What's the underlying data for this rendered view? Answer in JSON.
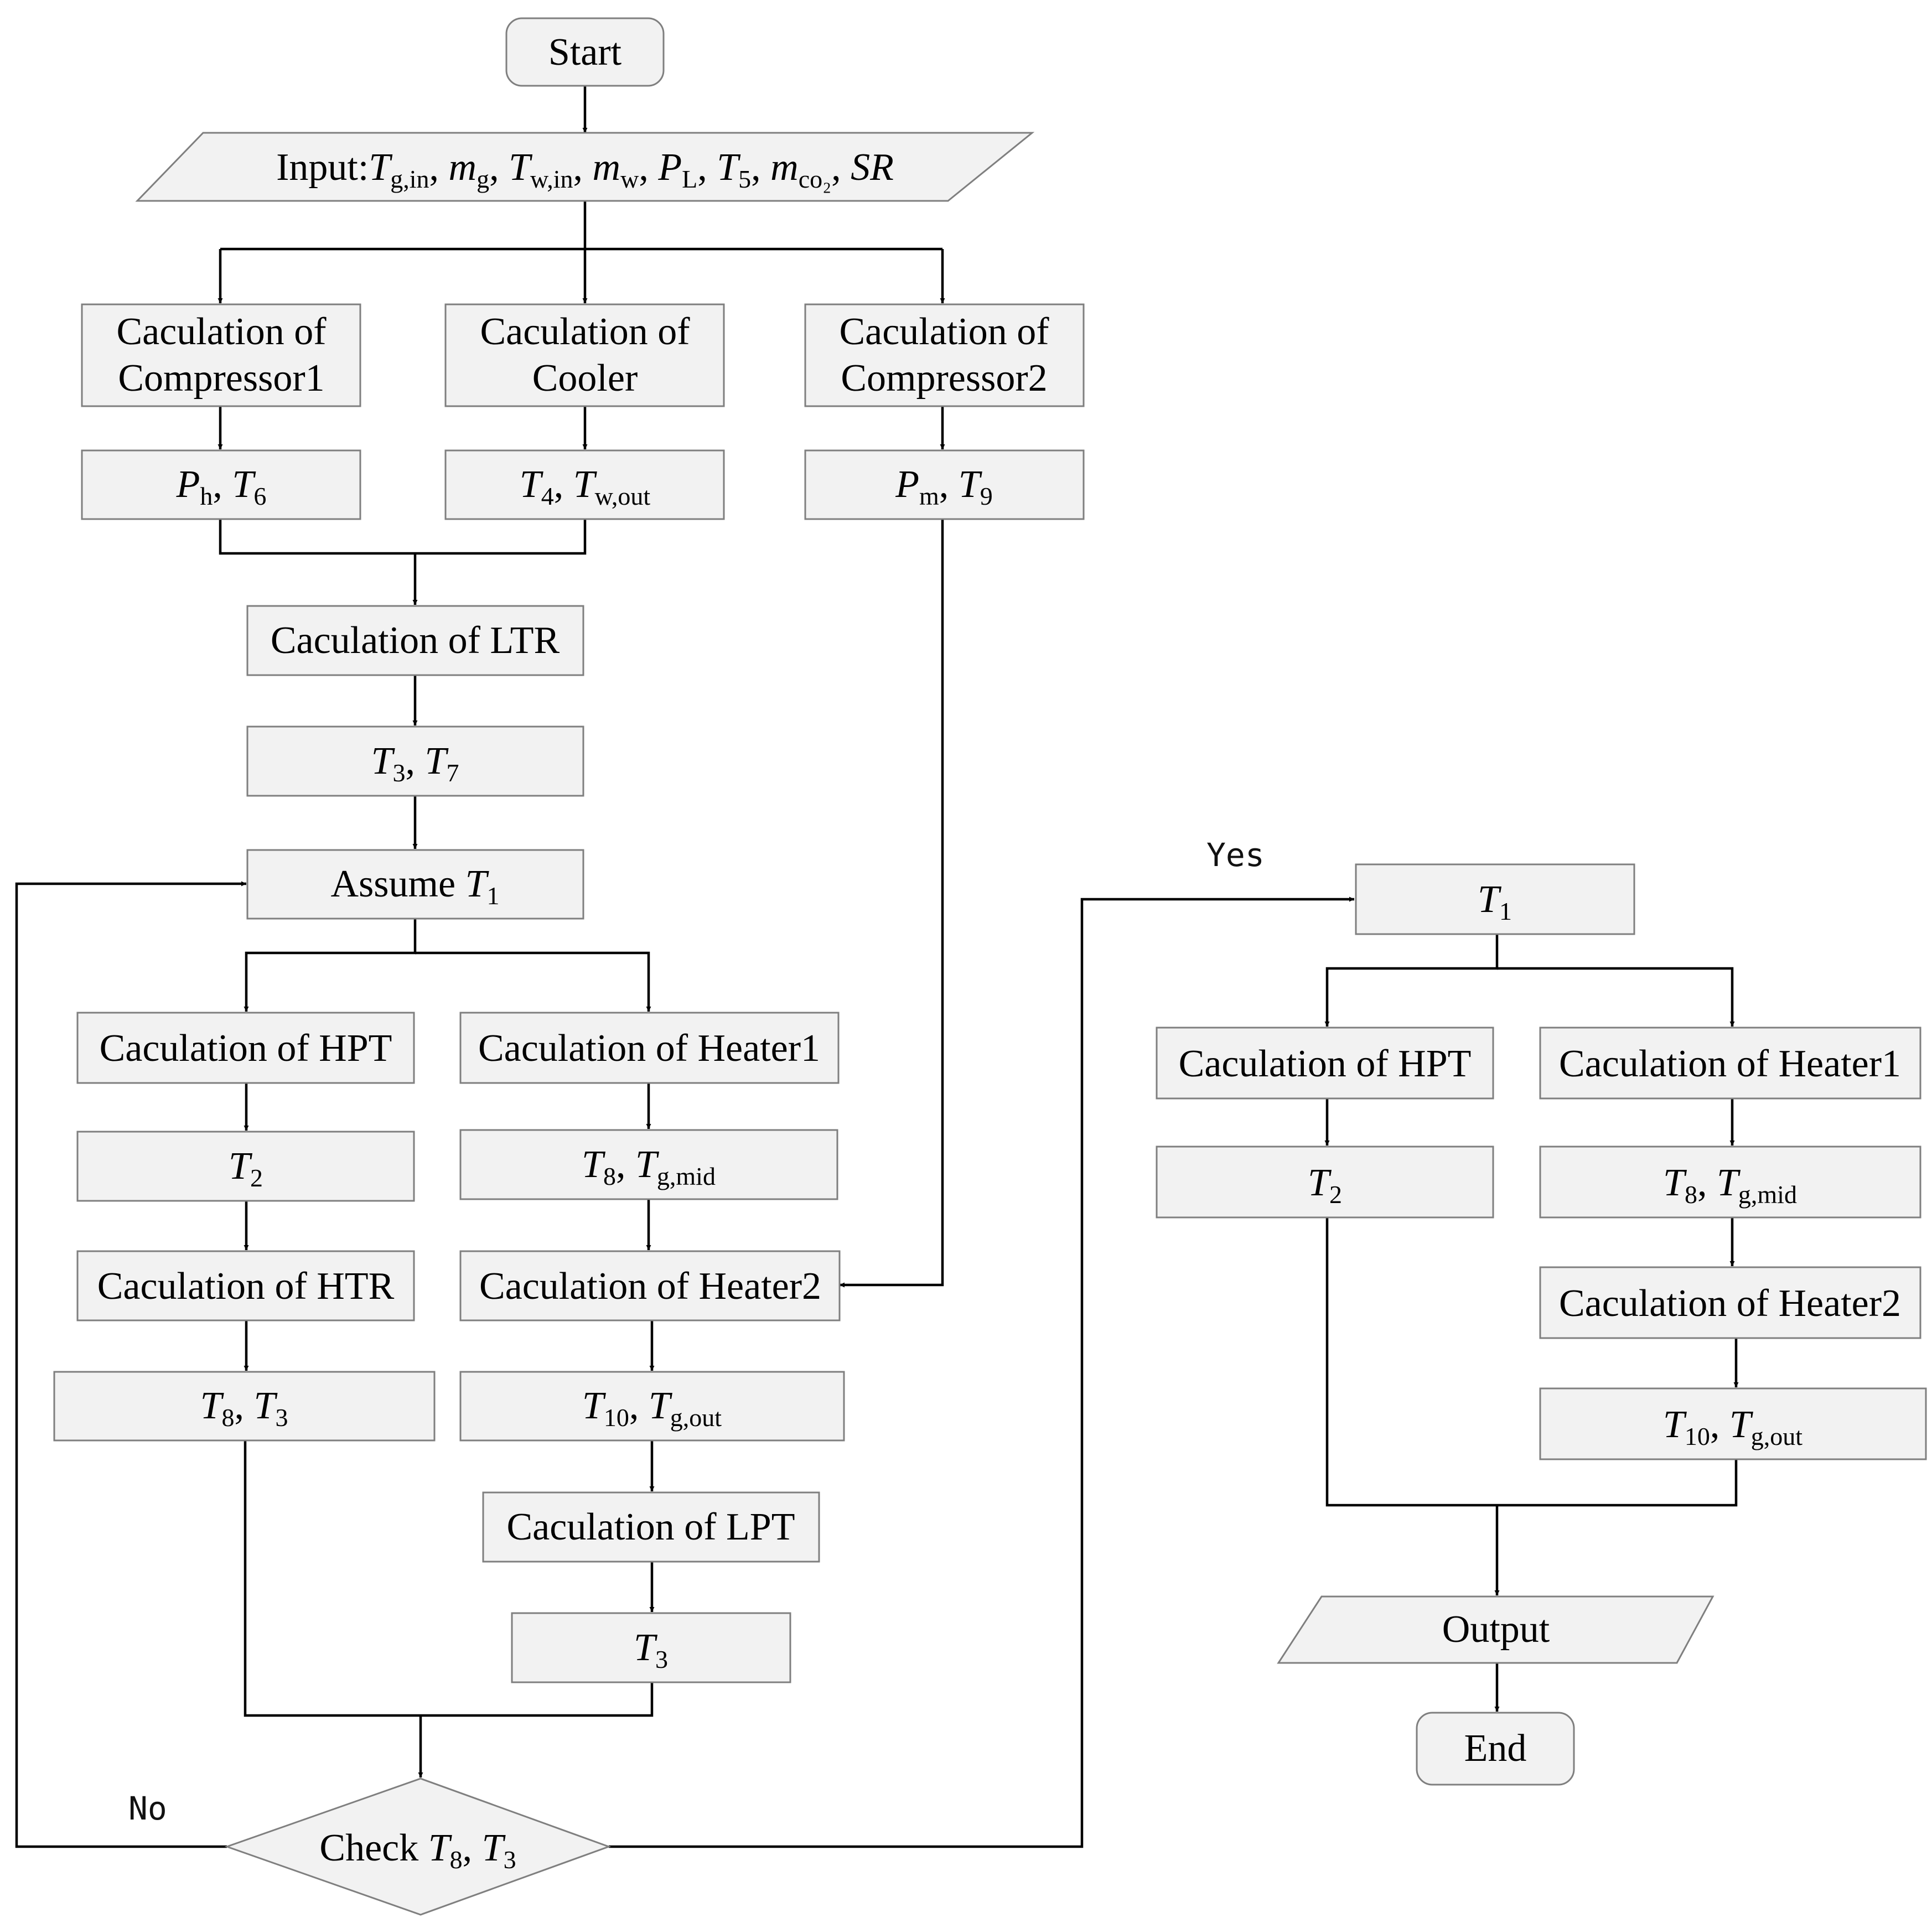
{
  "flowchart": {
    "start": "Start",
    "end": "End",
    "output": "Output",
    "input": {
      "prefix": "Input:",
      "vars": [
        {
          "sym": "T",
          "sub": "g,in"
        },
        {
          "sym": "m",
          "sub": "g"
        },
        {
          "sym": "T",
          "sub": "w,in"
        },
        {
          "sym": "m",
          "sub": "w"
        },
        {
          "sym": "P",
          "sub": "L"
        },
        {
          "sym": "T",
          "sub": "5"
        },
        {
          "sym": "m",
          "sub": "co₂"
        },
        {
          "sym": "SR",
          "sub": ""
        }
      ]
    },
    "calc_prefix": "Caculation of",
    "components": {
      "compressor1": "Compressor1",
      "cooler": "Cooler",
      "compressor2": "Compressor2",
      "ltr": "LTR",
      "hpt": "HPT",
      "htr": "HTR",
      "heater1": "Heater1",
      "heater2": "Heater2",
      "lpt": "LPT"
    },
    "results": {
      "ph_t6": [
        {
          "sym": "P",
          "sub": "h"
        },
        {
          "sym": "T",
          "sub": "6"
        }
      ],
      "t4_twout": [
        {
          "sym": "T",
          "sub": "4"
        },
        {
          "sym": "T",
          "sub": "w,out"
        }
      ],
      "pm_t9": [
        {
          "sym": "P",
          "sub": "m"
        },
        {
          "sym": "T",
          "sub": "9"
        }
      ],
      "t3_t7": [
        {
          "sym": "T",
          "sub": "3"
        },
        {
          "sym": "T",
          "sub": "7"
        }
      ],
      "t2": [
        {
          "sym": "T",
          "sub": "2"
        }
      ],
      "t8_tgmid": [
        {
          "sym": "T",
          "sub": "8"
        },
        {
          "sym": "T",
          "sub": "g,mid"
        }
      ],
      "t8_t3": [
        {
          "sym": "T",
          "sub": "8"
        },
        {
          "sym": "T",
          "sub": "3"
        }
      ],
      "t10_tgout": [
        {
          "sym": "T",
          "sub": "10"
        },
        {
          "sym": "T",
          "sub": "g,out"
        }
      ],
      "t3": [
        {
          "sym": "T",
          "sub": "3"
        }
      ],
      "t1": [
        {
          "sym": "T",
          "sub": "1"
        }
      ]
    },
    "assume": {
      "word": "Assume",
      "var": {
        "sym": "T",
        "sub": "1"
      }
    },
    "check": {
      "word": "Check",
      "vars": [
        {
          "sym": "T",
          "sub": "8"
        },
        {
          "sym": "T",
          "sub": "3"
        }
      ]
    },
    "branch_yes": "Yes",
    "branch_no": "No"
  }
}
